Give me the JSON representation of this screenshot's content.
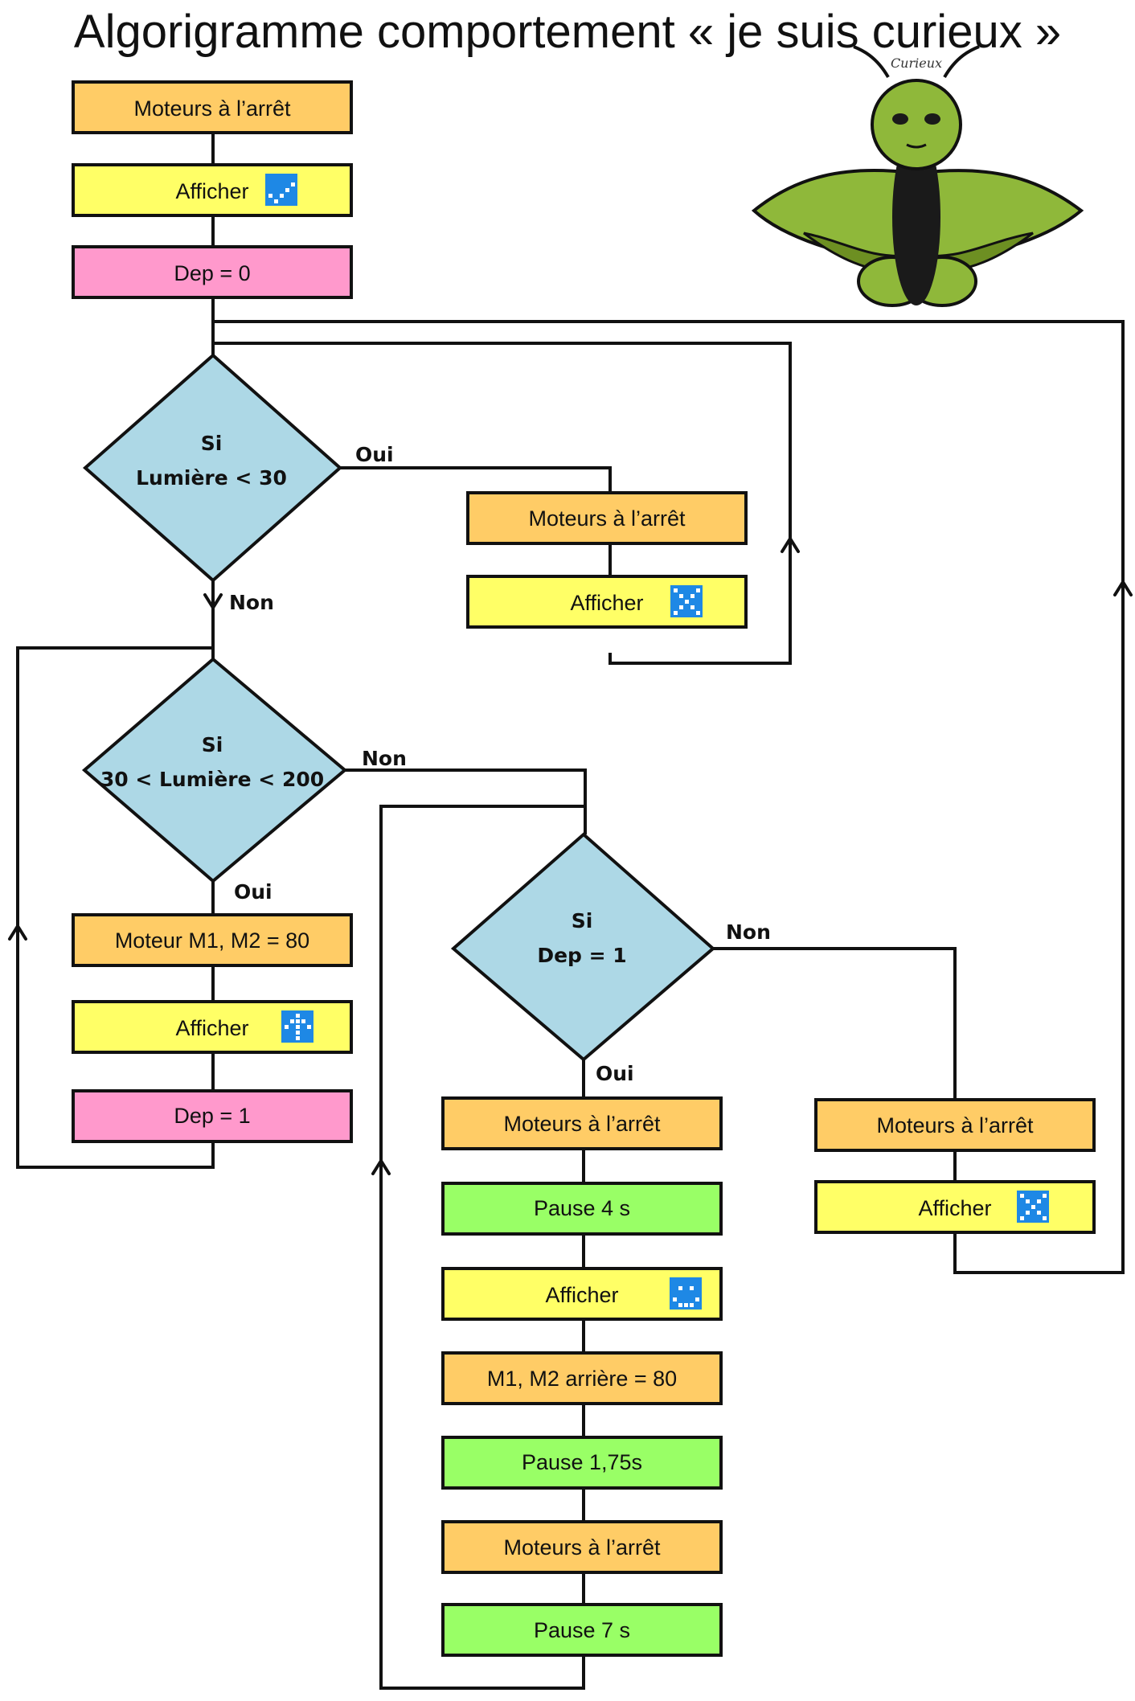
{
  "title": "Algorigramme comportement « je suis curieux »",
  "mascot": {
    "caption": "Curieux"
  },
  "colors": {
    "motor": "#ffcc66",
    "display": "#ffff66",
    "variable": "#ff99cc",
    "pause": "#99ff66",
    "decision": "#add8e6",
    "icon_bg": "#1e88e5"
  },
  "boxes": {
    "init_stop": "Moteurs à l’arrêt",
    "init_display": "Afficher",
    "init_dep": "Dep = 0",
    "dark_stop": "Moteurs à l’arrêt",
    "dark_display": "Afficher",
    "go_motor": "Moteur M1, M2 = 80",
    "go_display": "Afficher",
    "go_dep": "Dep = 1",
    "back_stop": "Moteurs à l’arrêt",
    "back_pause1": "Pause 4 s",
    "back_display": "Afficher",
    "back_reverse": "M1, M2 arrière = 80",
    "back_pause2": "Pause 1,75s",
    "back_stop2": "Moteurs à l’arrêt",
    "back_pause3": "Pause 7 s",
    "idle_stop": "Moteurs à l’arrêt",
    "idle_display": "Afficher"
  },
  "decisions": {
    "light_low": {
      "line1": "Si",
      "line2": "Lumière < 30"
    },
    "light_mid": {
      "line1": "Si",
      "line2": "30 < Lumière < 200"
    },
    "dep": {
      "line1": "Si",
      "line2": "Dep = 1"
    }
  },
  "labels": {
    "d1_yes": "Oui",
    "d1_no": "Non",
    "d2_no": "Non",
    "d2_yes": "Oui",
    "d3_no": "Non",
    "d3_yes": "Oui"
  }
}
